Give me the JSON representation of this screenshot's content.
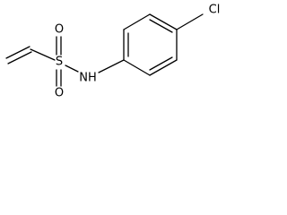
{
  "structure": {
    "atoms": {
      "sulfur": "S",
      "oxygen_top": "O",
      "oxygen_bottom": "O",
      "amine": "NH",
      "chlorine": "Cl"
    },
    "colors": {
      "bond": "#000000",
      "label": "#000000",
      "background": "#ffffff"
    }
  }
}
